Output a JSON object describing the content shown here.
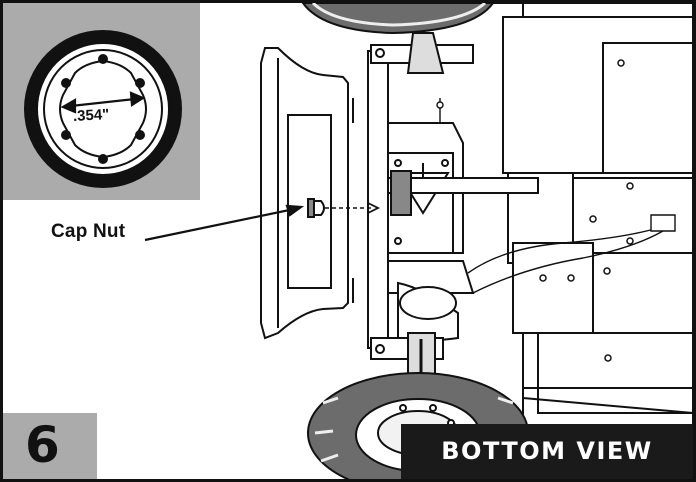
{
  "inset": {
    "measurement": ".354\"",
    "icon": "nut-hex-gauge"
  },
  "callout": {
    "label": "Cap Nut"
  },
  "step": {
    "number": "6"
  },
  "view": {
    "label": "BOTTOM VIEW"
  },
  "colors": {
    "ink": "#111111",
    "panel_gray": "#ababab",
    "label_bg": "#1a1a1a",
    "label_text": "#ffffff"
  }
}
